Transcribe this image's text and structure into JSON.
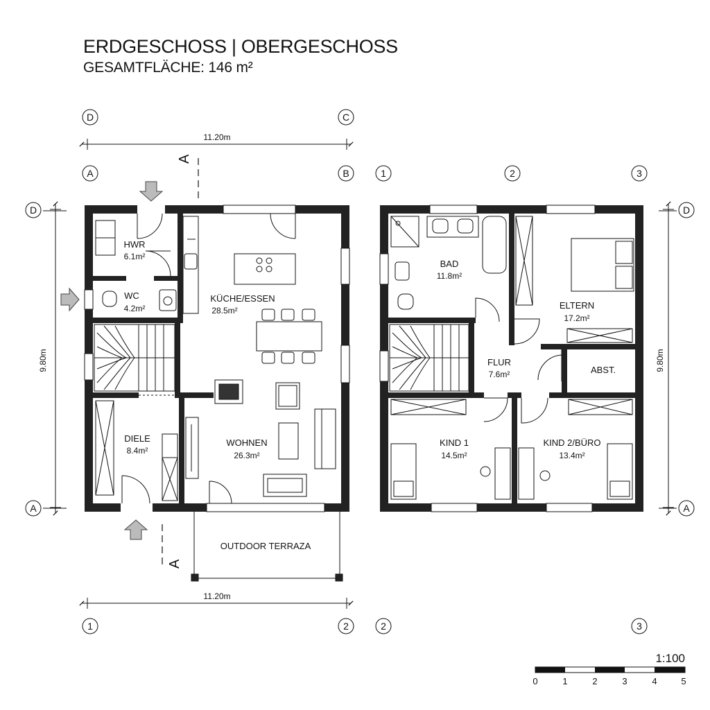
{
  "header": {
    "title": "ERDGESCHOSS | OBERGESCHOSS",
    "subtitle": "GESAMTFLÄCHE: 146 m²"
  },
  "ground_floor": {
    "rooms": [
      {
        "name": "HWR",
        "area": "6.1m²"
      },
      {
        "name": "WC",
        "area": "4.2m²"
      },
      {
        "name": "KÜCHE/ESSEN",
        "area": "28.5m²"
      },
      {
        "name": "DIELE",
        "area": "8.4m²"
      },
      {
        "name": "WOHNEN",
        "area": "26.3m²"
      }
    ],
    "terrace": "OUTDOOR TERRAZA"
  },
  "upper_floor": {
    "rooms": [
      {
        "name": "BAD",
        "area": "11.8m²"
      },
      {
        "name": "ELTERN",
        "area": "17.2m²"
      },
      {
        "name": "FLUR",
        "area": "7.6m²"
      },
      {
        "name": "ABST.",
        "area": ""
      },
      {
        "name": "KIND 1",
        "area": "14.5m²"
      },
      {
        "name": "KIND 2/BÜRO",
        "area": "13.4m²"
      }
    ]
  },
  "dimensions": {
    "top_width": "11.20m",
    "bottom_width": "11.20m",
    "left_height": "9.80m",
    "right_height": "9.80m"
  },
  "grid_labels": {
    "D": "D",
    "C": "C",
    "A": "A",
    "B": "B",
    "n1": "1",
    "n2": "2",
    "n3": "3"
  },
  "section_marker": "A",
  "scale": {
    "label": "1:100",
    "ticks": [
      "0",
      "1",
      "2",
      "3",
      "4",
      "5"
    ]
  }
}
